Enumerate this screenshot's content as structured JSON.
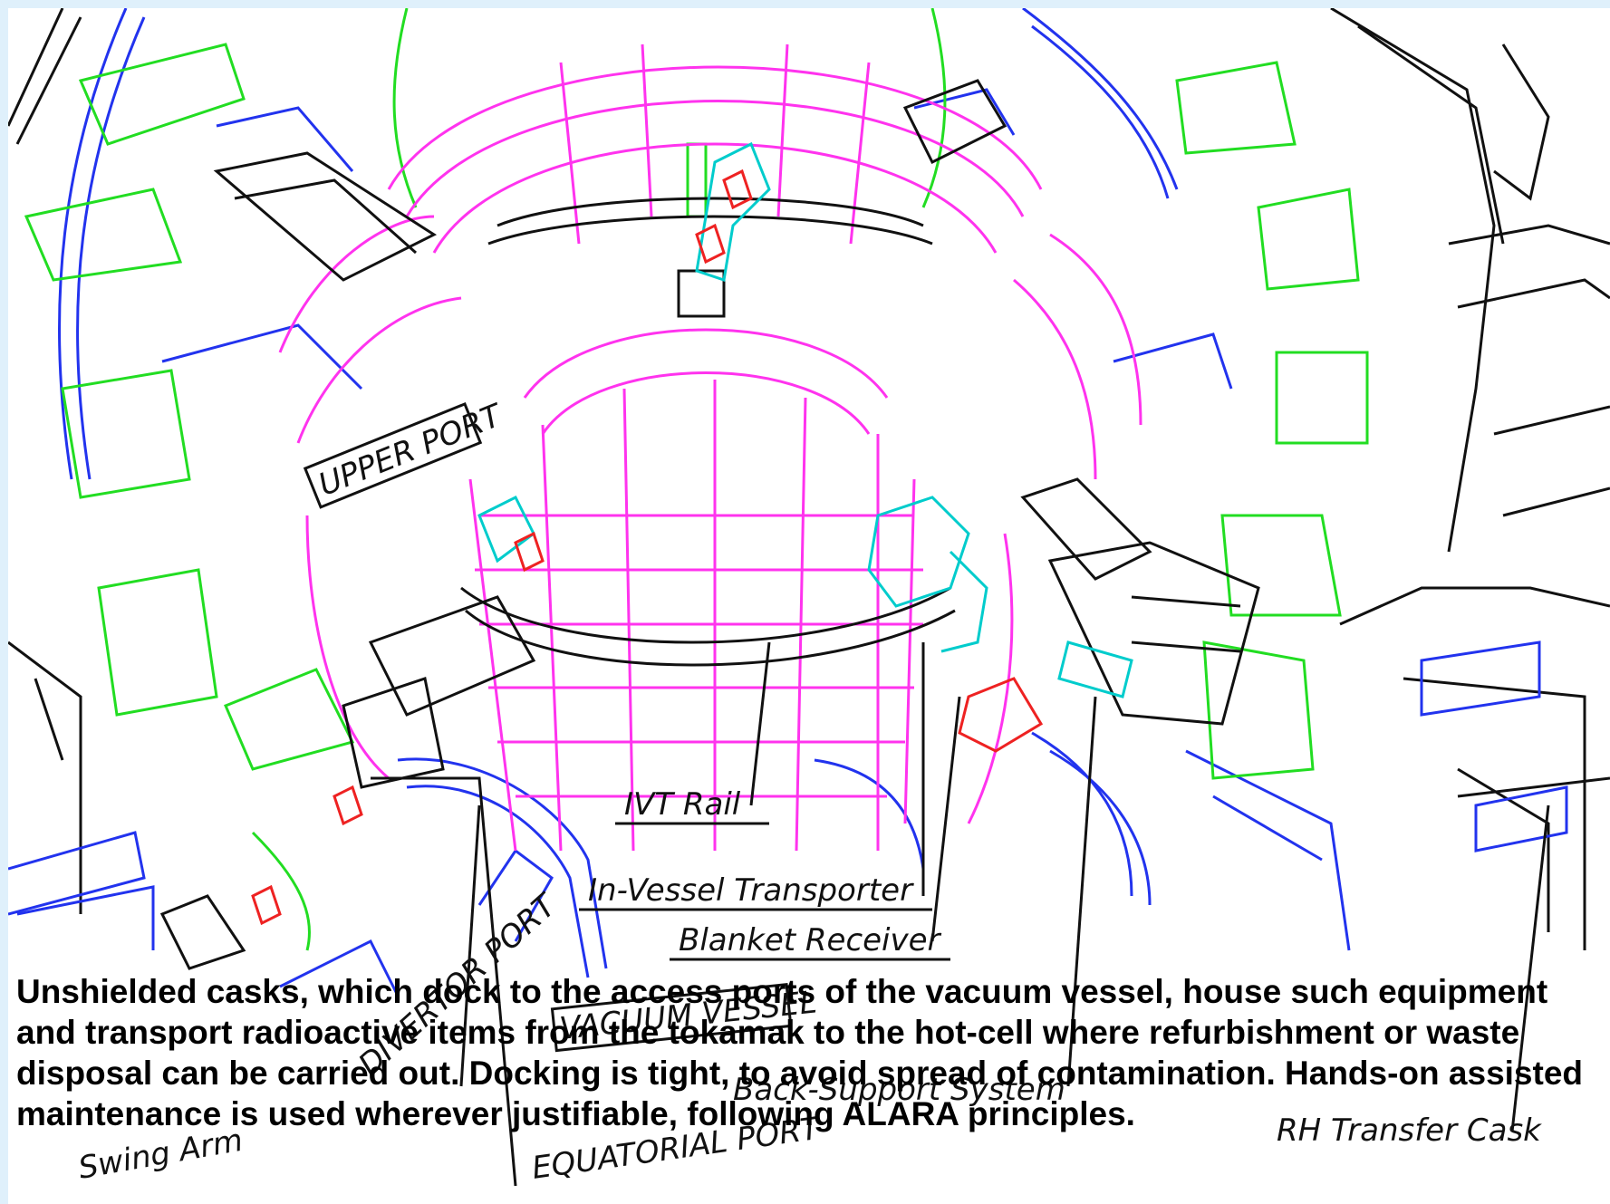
{
  "labels": {
    "upper_port": "UPPER PORT",
    "divertor_port": "DIVERTOR PORT",
    "vacuum_vessel": "VACUUM VESSEL",
    "equatorial_port": "EQUATORIAL PORT",
    "ivt_rail": "IVT Rail",
    "in_vessel_transporter": "In-Vessel Transporter",
    "blanket_receiver": "Blanket Receiver",
    "backup_support_system": "Back-Support System",
    "rh_transfer_cask": "RH Transfer Cask",
    "swing_arm": "Swing Arm"
  },
  "caption": "Unshielded casks, which dock to the access ports of the vacuum vessel, house such equipment and transport radioactive items from the tokamak to the hot-cell where refurbishment or waste disposal can be carried out. Docking is tight, to avoid spread of contamination. Hands-on assisted maintenance is used wherever justifiable, following ALARA principles.",
  "colors": {
    "frame": "#dff0fb",
    "vacuum_vessel": "#ff33ee",
    "coils": "#22dd22",
    "structure": "#2233ee",
    "equipment": "#111111",
    "manipulator": "#00cccc",
    "gripper": "#ee2222"
  }
}
